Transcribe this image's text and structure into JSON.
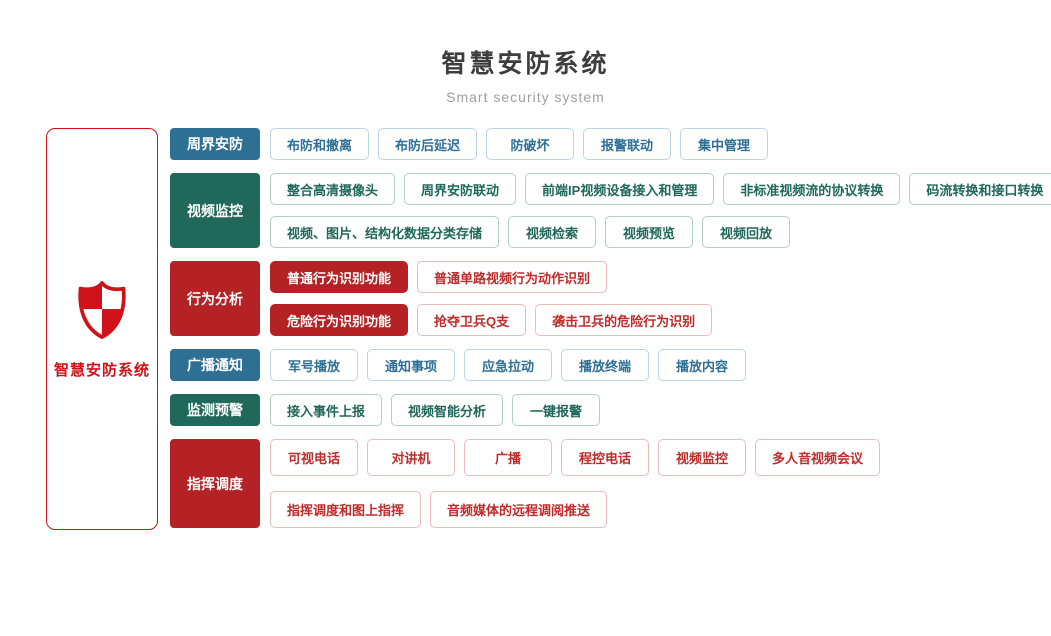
{
  "header": {
    "title": "智慧安防系统",
    "subtitle": "Smart security system"
  },
  "side_panel": {
    "icon": "shield-icon",
    "label": "智慧安防系统"
  },
  "colors": {
    "brand_red": "#d0121b",
    "title_text": "#3d3d3d",
    "subtitle_text": "#a0a0a0",
    "themes": {
      "blue": {
        "fill": "#2e6f94",
        "border": "#bcd5e4",
        "text": "#2e6f94"
      },
      "green": {
        "fill": "#20685a",
        "border": "#b2cfc6",
        "text": "#20685a"
      },
      "red": {
        "fill": "#b52226",
        "border": "#ecbcbc",
        "text": "#bf2c2c"
      }
    }
  },
  "diagram": {
    "rows": [
      {
        "id": "perimeter-security",
        "category": "周界安防",
        "theme": "blue",
        "lines": [
          [
            "布防和撤离",
            "布防后延迟",
            "防破坏",
            "报警联动",
            "集中管理"
          ]
        ]
      },
      {
        "id": "video-surveillance",
        "category": "视频监控",
        "theme": "green",
        "lines": [
          [
            "整合高清摄像头",
            "周界安防联动",
            "前端IP视频设备接入和管理",
            "非标准视频流的协议转换",
            "码流转换和接口转换"
          ],
          [
            "视频、图片、结构化数据分类存储",
            "视频检索",
            "视频预览",
            "视频回放"
          ]
        ]
      },
      {
        "id": "behavior-analysis",
        "category": "行为分析",
        "theme": "red",
        "lines": [
          [
            {
              "label": "普通行为识别功能",
              "filled": true
            },
            "普通单路视频行为动作识别"
          ],
          [
            {
              "label": "危险行为识别功能",
              "filled": true
            },
            "抢夺卫兵Q支",
            "袭击卫兵的危险行为识别"
          ]
        ]
      },
      {
        "id": "broadcast-notice",
        "category": "广播通知",
        "theme": "blue",
        "lines": [
          [
            "军号播放",
            "通知事项",
            "应急拉动",
            "播放终端",
            "播放内容"
          ]
        ]
      },
      {
        "id": "monitor-warning",
        "category": "监测预警",
        "theme": "green",
        "lines": [
          [
            "接入事件上报",
            "视频智能分析",
            "一键报警"
          ]
        ]
      },
      {
        "id": "command-dispatch",
        "category": "指挥调度",
        "theme": "red",
        "large": true,
        "lines": [
          [
            "可视电话",
            "对讲机",
            "广播",
            "程控电话",
            "视频监控",
            "多人音视频会议"
          ],
          [
            "指挥调度和图上指挥",
            "音频媒体的远程调阅推送"
          ]
        ]
      }
    ]
  }
}
